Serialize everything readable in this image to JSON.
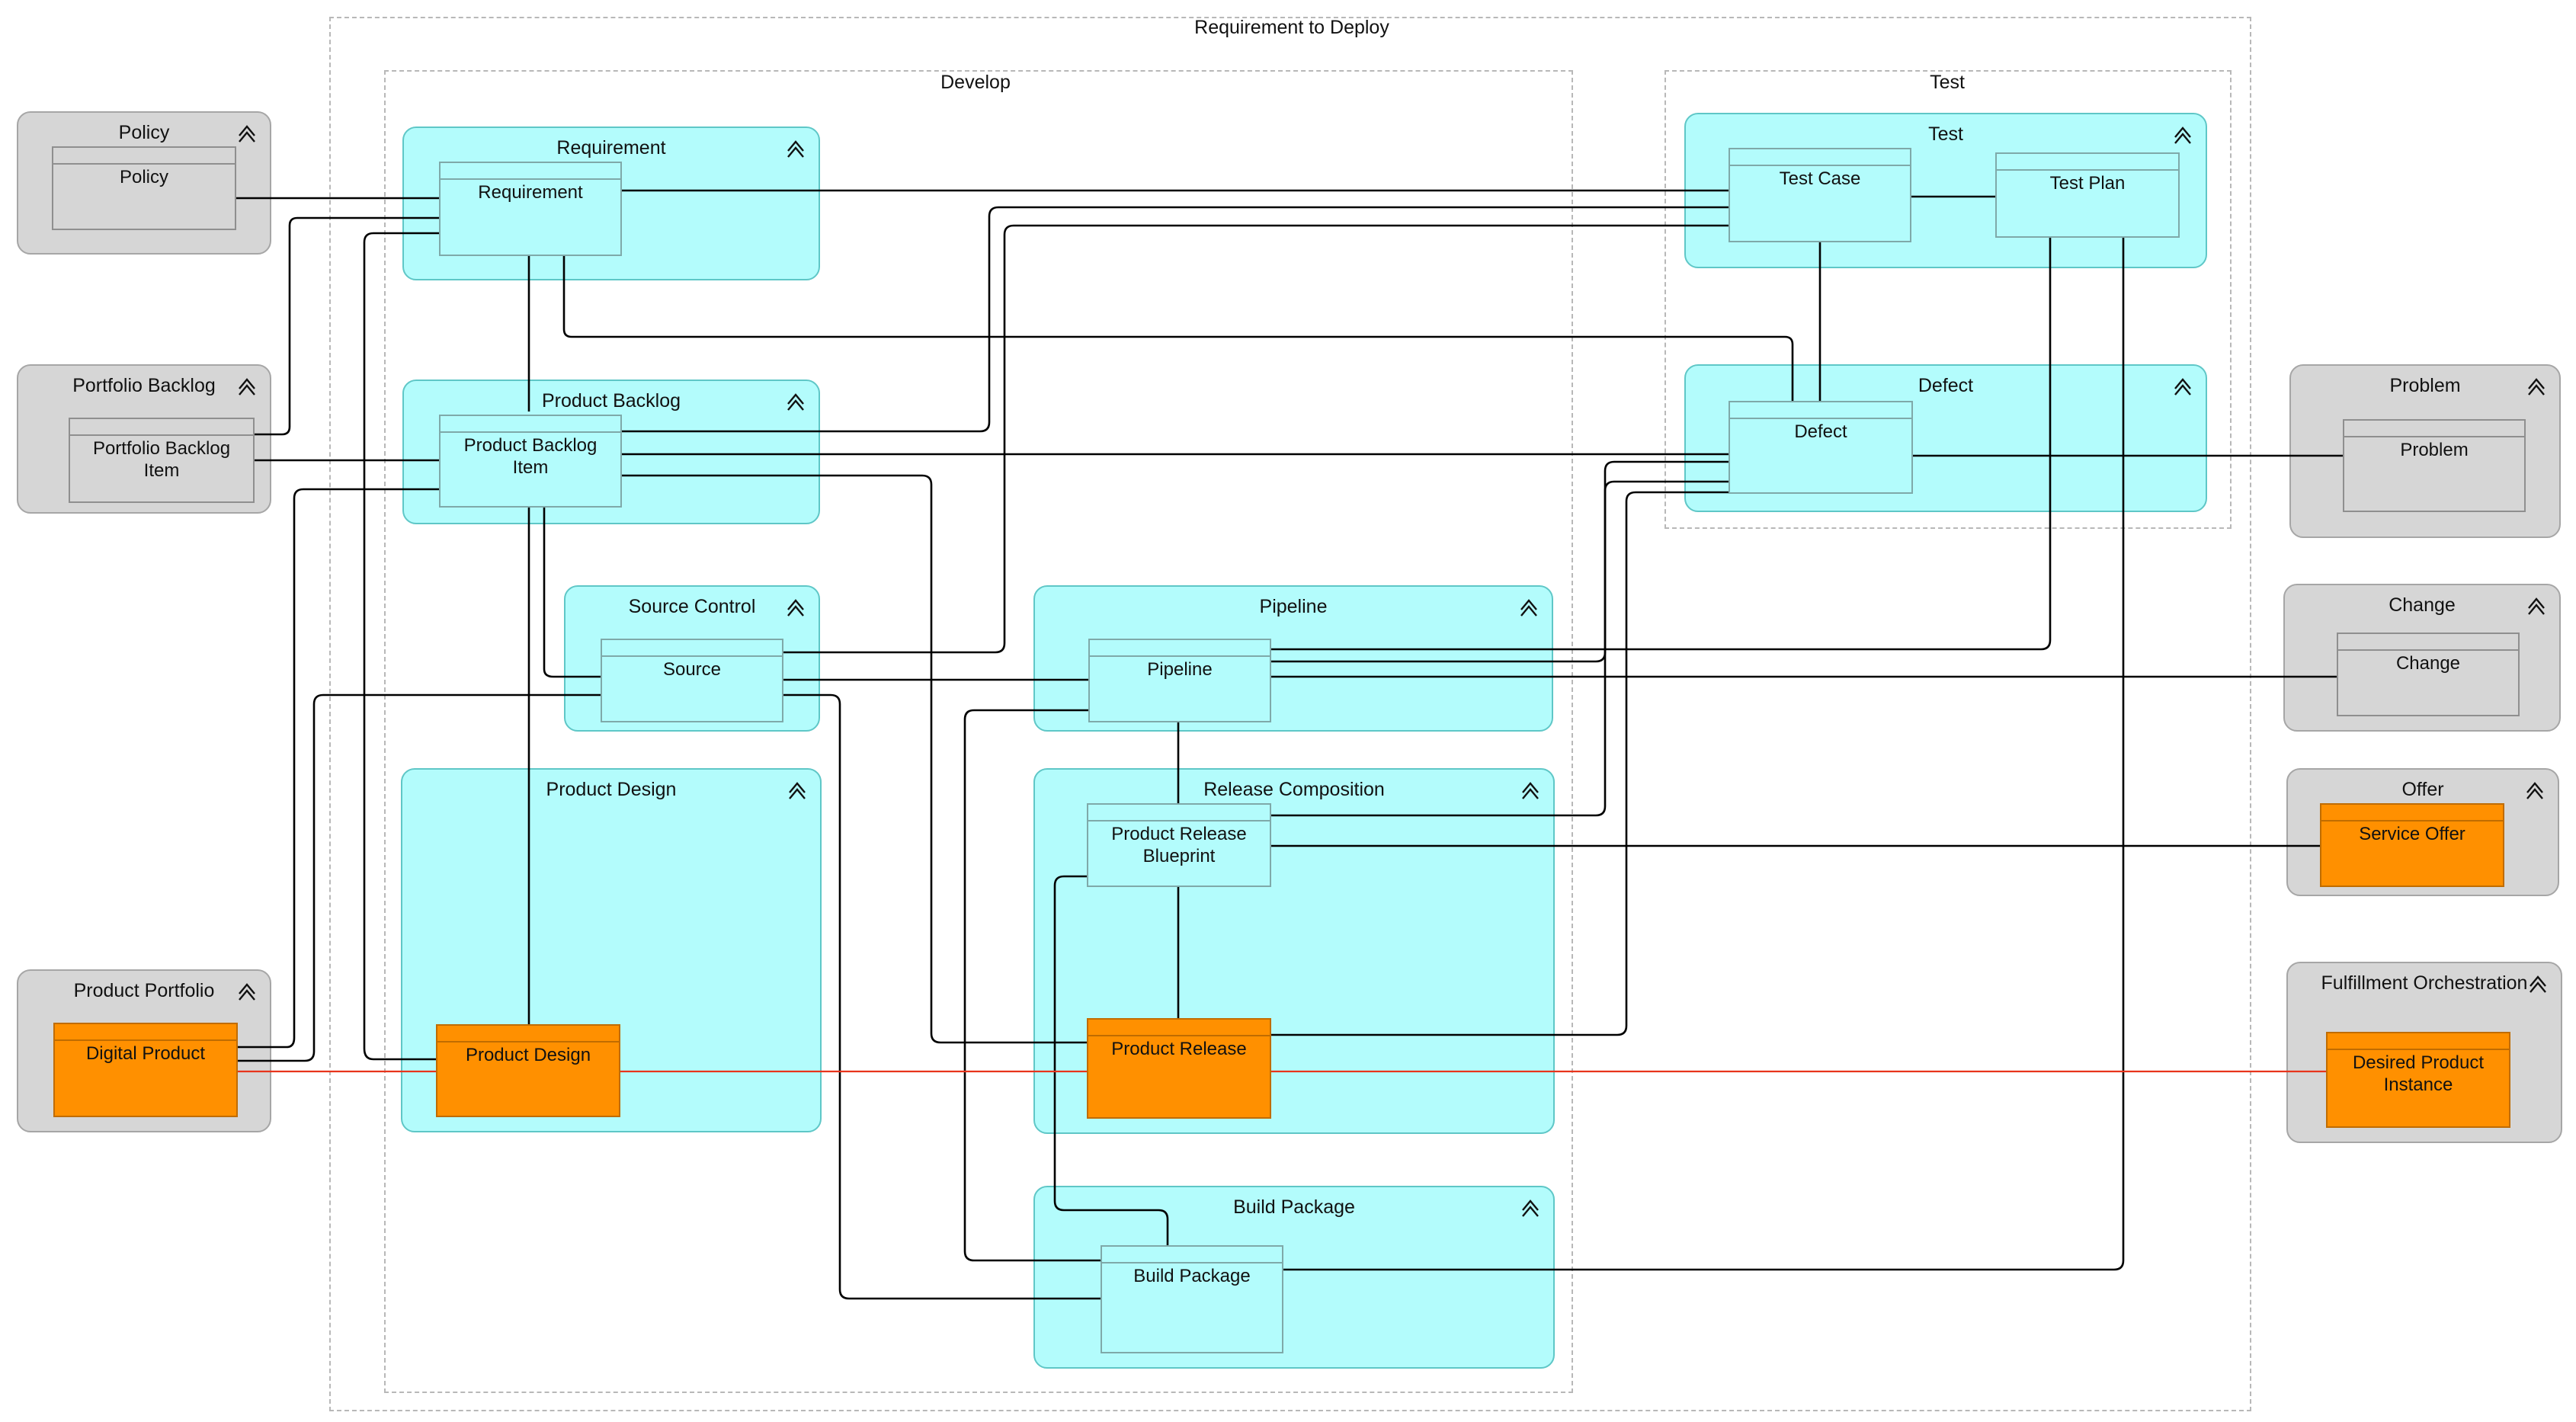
{
  "outer": {
    "title": "Requirement to Deploy"
  },
  "develop": {
    "title": "Develop"
  },
  "test_group": {
    "title": "Test"
  },
  "groups": {
    "policy": {
      "title": "Policy"
    },
    "portfolio_backlog": {
      "title": "Portfolio Backlog"
    },
    "product_portfolio": {
      "title": "Product Portfolio"
    },
    "requirement": {
      "title": "Requirement"
    },
    "product_backlog": {
      "title": "Product Backlog"
    },
    "source_control": {
      "title": "Source Control"
    },
    "product_design": {
      "title": "Product Design"
    },
    "pipeline": {
      "title": "Pipeline"
    },
    "release_composition": {
      "title": "Release Composition"
    },
    "build_package": {
      "title": "Build Package"
    },
    "test": {
      "title": "Test"
    },
    "defect": {
      "title": "Defect"
    },
    "problem": {
      "title": "Problem"
    },
    "change": {
      "title": "Change"
    },
    "offer": {
      "title": "Offer"
    },
    "fulfillment": {
      "title": "Fulfillment Orchestration"
    }
  },
  "entities": {
    "policy": "Policy",
    "portfolio_backlog_item": "Portfolio Backlog Item",
    "digital_product": "Digital Product",
    "requirement": "Requirement",
    "product_backlog_item": "Product Backlog Item",
    "source": "Source",
    "product_design": "Product Design",
    "pipeline": "Pipeline",
    "product_release_blueprint": "Product Release Blueprint",
    "product_release": "Product Release",
    "build_package": "Build Package",
    "test_case": "Test Case",
    "test_plan": "Test Plan",
    "defect": "Defect",
    "problem": "Problem",
    "change": "Change",
    "service_offer": "Service Offer",
    "desired_product_instance": "Desired Product Instance"
  },
  "colors": {
    "functional_component": "#b3fcfc",
    "external_component": "#d6d6d6",
    "key_entity": "#ff9000",
    "link": "#000000",
    "primary_flow": "#e8341c"
  },
  "icons": {
    "collapse": "double-chevron-up-icon"
  }
}
